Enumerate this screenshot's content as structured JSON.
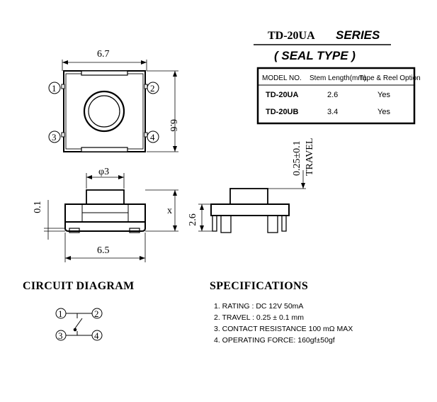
{
  "header": {
    "model": "TD-20UA",
    "series": "SERIES",
    "seal": "( SEAL TYPE )"
  },
  "table": {
    "headers": [
      "MODEL NO.",
      "Stem Length(mm)",
      "Tape & Reel Option"
    ],
    "rows": [
      [
        "TD-20UA",
        "2.6",
        "Yes"
      ],
      [
        "TD-20UB",
        "3.4",
        "Yes"
      ]
    ]
  },
  "dimensions": {
    "top_width": "6.7",
    "top_height": "6.6",
    "stem_diameter": "φ3",
    "clearance": "0.1",
    "side_marker": "x",
    "bottom_width": "6.5",
    "side_height": "2.6",
    "travel_value": "0.25±0.1",
    "travel_label": "TRAVEL"
  },
  "pins": [
    "1",
    "2",
    "3",
    "4"
  ],
  "sections": {
    "circuit": "CIRCUIT DIAGRAM",
    "specs": "SPECIFICATIONS"
  },
  "specs": [
    "1. RATING : DC 12V  50mA",
    "2. TRAVEL : 0.25 ± 0.1 mm",
    "3. CONTACT RESISTANCE 100 mΩ MAX",
    "4. OPERATING FORCE: 160gf±50gf"
  ]
}
